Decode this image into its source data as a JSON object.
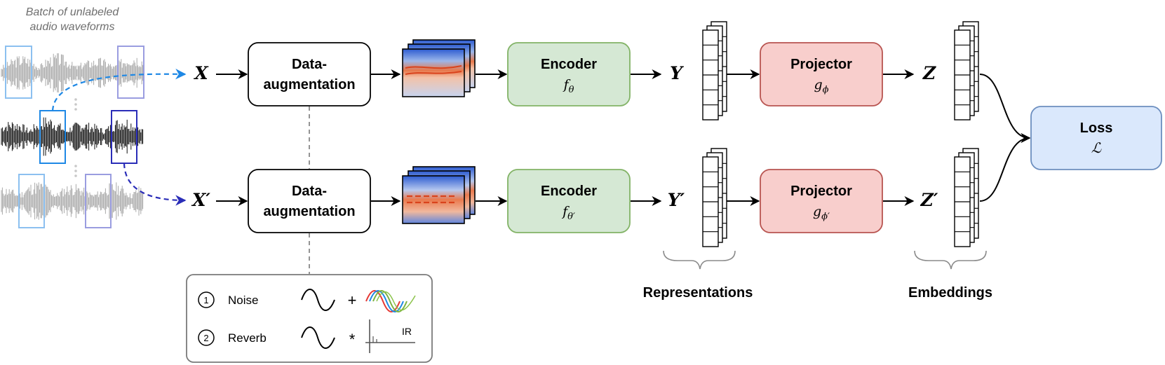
{
  "waveforms": {
    "caption_line1": "Batch of unlabeled",
    "caption_line2": "audio waveforms"
  },
  "inputs": {
    "top": "X",
    "bottom": "X′"
  },
  "augmentation": {
    "top_line1": "Data-",
    "top_line2": "augmentation",
    "bottom_line1": "Data-",
    "bottom_line2": "augmentation"
  },
  "encoder": {
    "top_label": "Encoder",
    "top_symbol": "f",
    "top_sub": "θ",
    "bottom_label": "Encoder",
    "bottom_symbol": "f",
    "bottom_sub": "θ′"
  },
  "representations": {
    "top": "Y",
    "bottom": "Y′",
    "caption": "Representations"
  },
  "projector": {
    "top_label": "Projector",
    "top_symbol": "g",
    "top_sub": "ϕ",
    "bottom_label": "Projector",
    "bottom_symbol": "g",
    "bottom_sub": "ϕ′"
  },
  "embeddings": {
    "top": "Z",
    "bottom": "Z′",
    "caption": "Embeddings"
  },
  "loss": {
    "label": "Loss",
    "symbol": "ℒ"
  },
  "legend": {
    "items": [
      {
        "index": "1",
        "name": "Noise",
        "operator": "+"
      },
      {
        "index": "2",
        "name": "Reverb",
        "operator": "*",
        "ir_label": "IR"
      }
    ]
  },
  "colors": {
    "encoder_fill": "#d5e8d4",
    "encoder_stroke": "#82b366",
    "projector_fill": "#f8cecc",
    "projector_stroke": "#b85450",
    "loss_fill": "#dae8fc",
    "loss_stroke": "#6c8ebf",
    "arrow_top": "#1e88e5",
    "arrow_bottom": "#2a2db8"
  }
}
